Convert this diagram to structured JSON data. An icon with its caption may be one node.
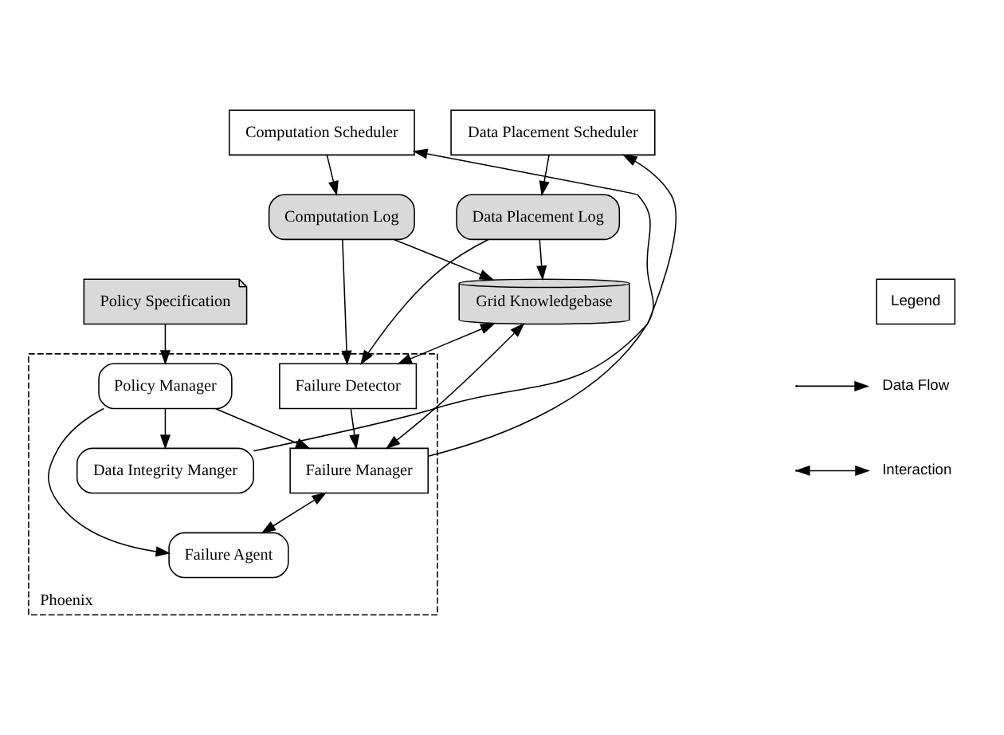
{
  "diagram": {
    "nodes": [
      {
        "text": [
          "Computation Scheduler"
        ]
      },
      {
        "text": [
          "Data Placement Scheduler"
        ]
      },
      {
        "text": [
          "Computation Log"
        ]
      },
      {
        "text": [
          "Data Placement Log"
        ]
      },
      {
        "text": [
          "Policy Specification"
        ]
      },
      {
        "text": [
          "Phoenix"
        ]
      },
      {
        "text": [
          "Grid Knowledgebase"
        ]
      },
      {
        "text": [
          "Failure Detector"
        ],
        "in": 5
      },
      {
        "text": [
          "Policy Manager"
        ],
        "in": 5
      },
      {
        "text": [
          "Failure Manager"
        ],
        "in": 5
      },
      {
        "text": [
          "Failure Agent"
        ],
        "in": 5
      },
      {
        "text": [
          "Data Integrity Manger"
        ],
        "in": 5
      }
    ],
    "edges": [
      {
        "from": 0,
        "to": 2,
        "arrow": "to"
      },
      {
        "from": 1,
        "to": 3,
        "arrow": "to"
      },
      {
        "from": 4,
        "to": 8,
        "arrow": "to"
      },
      {
        "from": 2,
        "to": 6,
        "arrow": "to"
      },
      {
        "from": 2,
        "to": 7,
        "arrow": "to"
      },
      {
        "from": 3,
        "to": 6,
        "arrow": "to"
      },
      {
        "from": 3,
        "to": 7,
        "arrow": "to"
      },
      {
        "from": 6,
        "to": 7,
        "arrow": "both"
      },
      {
        "from": 6,
        "to": 9,
        "arrow": "both"
      },
      {
        "from": 7,
        "to": 9,
        "arrow": "to"
      },
      {
        "from": 8,
        "to": 9,
        "arrow": "to"
      },
      {
        "from": 8,
        "to": 10,
        "arrow": "to"
      },
      {
        "from": 8,
        "to": 11,
        "arrow": "to"
      },
      {
        "from": 9,
        "to": 10,
        "arrow": "both"
      },
      {
        "from": 9,
        "to": 0,
        "arrow": "to"
      },
      {
        "from": 11,
        "to": 1,
        "arrow": "to"
      }
    ],
    "labels": [
      "Legend"
    ],
    "legend": [
      {
        "text": "Data Flow"
      },
      {
        "text": "Interaction"
      }
    ]
  }
}
